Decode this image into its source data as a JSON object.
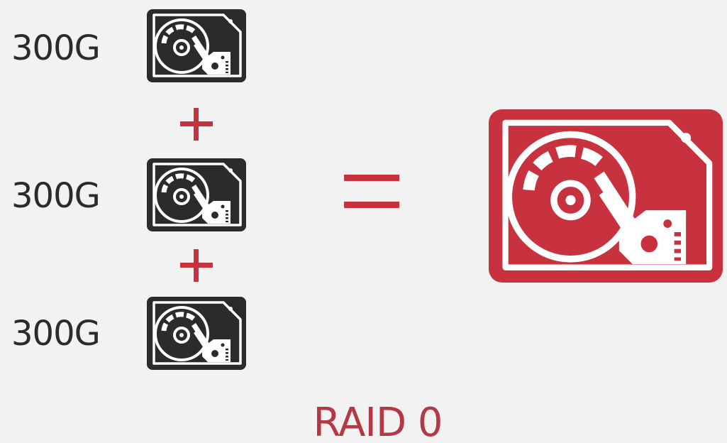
{
  "disks": [
    {
      "label": "300G"
    },
    {
      "label": "300G"
    },
    {
      "label": "300G"
    }
  ],
  "operators": {
    "plus": "+",
    "equals": "="
  },
  "result": {
    "title": "RAID 0"
  },
  "colors": {
    "disk_fill": "#2b2b2b",
    "result_fill": "#c8323f",
    "accent": "#c8323f",
    "title": "#b43845",
    "background": "#f2f2f2"
  },
  "icons": {
    "disk": "hard-drive-icon",
    "result": "hard-drive-icon"
  }
}
